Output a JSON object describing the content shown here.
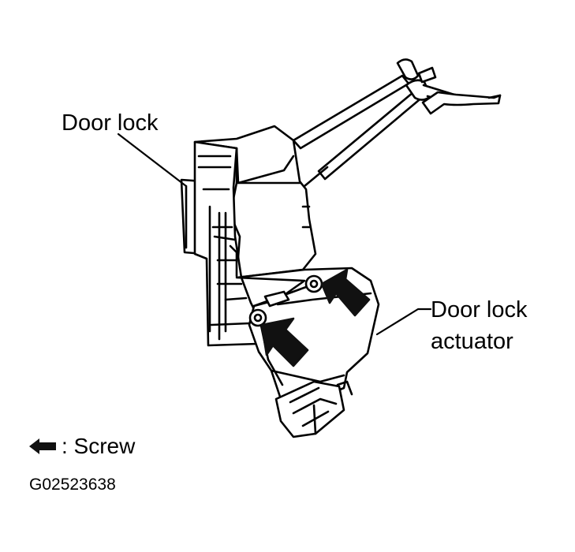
{
  "labels": {
    "door_lock": "Door lock",
    "actuator_line1": "Door lock",
    "actuator_line2": "actuator"
  },
  "legend": {
    "icon": "screw-arrow-icon",
    "text": ": Screw"
  },
  "figure_code": "G02523638",
  "colors": {
    "line": "#000000",
    "background": "#ffffff",
    "arrow_fill": "#111111"
  }
}
